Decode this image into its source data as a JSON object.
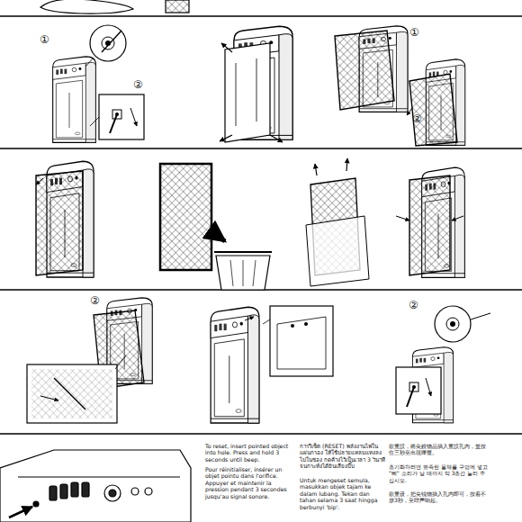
{
  "diagram": {
    "labels": [
      "①",
      "②",
      "①",
      "②",
      "②",
      "②",
      "To reset, insert pointed object into hole. Press and hold 3 seconds until beep.",
      "Pour réinitialiser, insérer un objet pointu dans l'orifice. Appuyer et maintenir la pression pendant 3 secondes jusqu'au signal sonore.",
      "การรีเซ็ต (RESET) พลังงานไฟในแผ่นกรอง ให้ใช้ปลายแหลมแทงลงไปในช่อง กดค้างไว้เป็นเวลา 3 วินาที จนกระทั่งได้ยินเสียงบี๊บ",
      "Untuk mengeset semula, masukkan objek tajam ke dalam lubang. Tekan dan tahan selama 3 saat hingga berbunyi 'bip'.",
      "欲重設，將尖銳物品插入重設孔內，並按住三秒至出現嗶聲。",
      "초기화하려면 뾰족한 물체를 구멍에 넣고 \"삐\" 소리가 날 때까지 약 3초간 눌러 주십시오.",
      "欲重设，把尖锐物插入孔内即可，按着不放3秒，至哔声响起。"
    ]
  }
}
